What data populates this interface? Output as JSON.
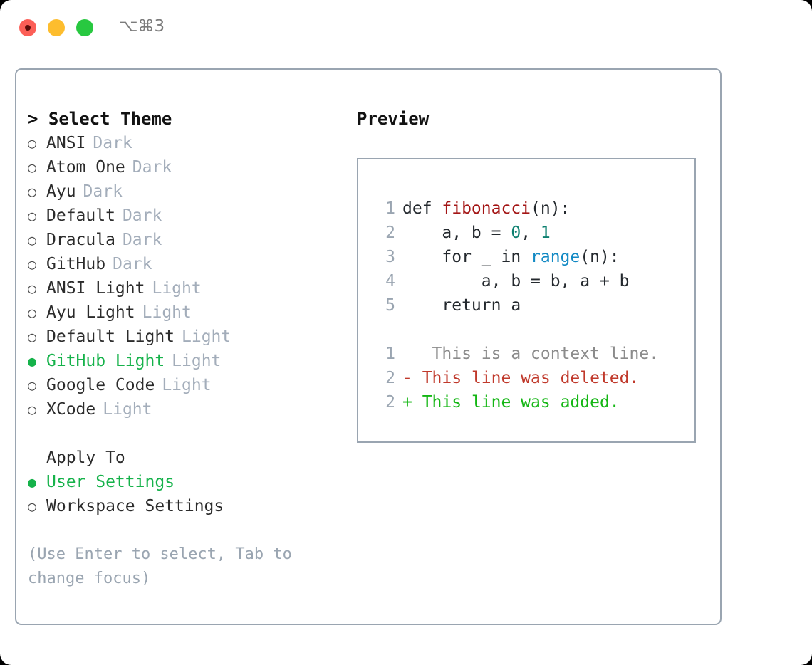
{
  "titlebar": {
    "shortcut": "⌥⌘3",
    "buttons": [
      {
        "name": "close",
        "color": "#fc5f57"
      },
      {
        "name": "minimize",
        "color": "#fdbd2e"
      },
      {
        "name": "maximize",
        "color": "#28c840"
      }
    ]
  },
  "theme_picker": {
    "heading": "> Select Theme",
    "prompt": ">",
    "bullet_unselected": "○",
    "bullet_selected": "●",
    "selected_color": "#15b24a",
    "muted_color": "#a3adba",
    "items": [
      {
        "label": "ANSI",
        "tag": "Dark",
        "selected": false
      },
      {
        "label": "Atom One",
        "tag": "Dark",
        "selected": false
      },
      {
        "label": "Ayu",
        "tag": "Dark",
        "selected": false
      },
      {
        "label": "Default",
        "tag": "Dark",
        "selected": false
      },
      {
        "label": "Dracula",
        "tag": "Dark",
        "selected": false
      },
      {
        "label": "GitHub",
        "tag": "Dark",
        "selected": false
      },
      {
        "label": "ANSI Light",
        "tag": "Light",
        "selected": false
      },
      {
        "label": "Ayu Light",
        "tag": "Light",
        "selected": false
      },
      {
        "label": "Default Light",
        "tag": "Light",
        "selected": false
      },
      {
        "label": "GitHub Light",
        "tag": "Light",
        "selected": true
      },
      {
        "label": "Google Code",
        "tag": "Light",
        "selected": false
      },
      {
        "label": "XCode",
        "tag": "Light",
        "selected": false
      }
    ]
  },
  "apply_to": {
    "title": "Apply To",
    "items": [
      {
        "label": "User Settings",
        "selected": true
      },
      {
        "label": "Workspace Settings",
        "selected": false
      }
    ]
  },
  "hint": "(Use Enter to select, Tab to change focus)",
  "preview": {
    "title": "Preview",
    "code_lines": [
      {
        "n": "1",
        "tokens": [
          {
            "t": "def ",
            "c": "tok-def"
          },
          {
            "t": "fibonacci",
            "c": "tok-fn"
          },
          {
            "t": "(n):",
            "c": "code-text"
          }
        ]
      },
      {
        "n": "2",
        "tokens": [
          {
            "t": "    a, b = ",
            "c": "code-text"
          },
          {
            "t": "0",
            "c": "tok-num"
          },
          {
            "t": ", ",
            "c": "code-text"
          },
          {
            "t": "1",
            "c": "tok-num"
          }
        ]
      },
      {
        "n": "3",
        "tokens": [
          {
            "t": "    for _ in ",
            "c": "code-text"
          },
          {
            "t": "range",
            "c": "tok-call"
          },
          {
            "t": "(n):",
            "c": "code-text"
          }
        ]
      },
      {
        "n": "4",
        "tokens": [
          {
            "t": "        a, b = b, a + b",
            "c": "code-text"
          }
        ]
      },
      {
        "n": "5",
        "tokens": [
          {
            "t": "    return a",
            "c": "code-text"
          }
        ]
      }
    ],
    "diff_lines": [
      {
        "n": "1",
        "marker": " ",
        "text": "  This is a context line.",
        "kind": "diff-ctx"
      },
      {
        "n": "2",
        "marker": "-",
        "text": " This line was deleted.",
        "kind": "diff-del"
      },
      {
        "n": "2",
        "marker": "+",
        "text": " This line was added.",
        "kind": "diff-add"
      }
    ]
  }
}
